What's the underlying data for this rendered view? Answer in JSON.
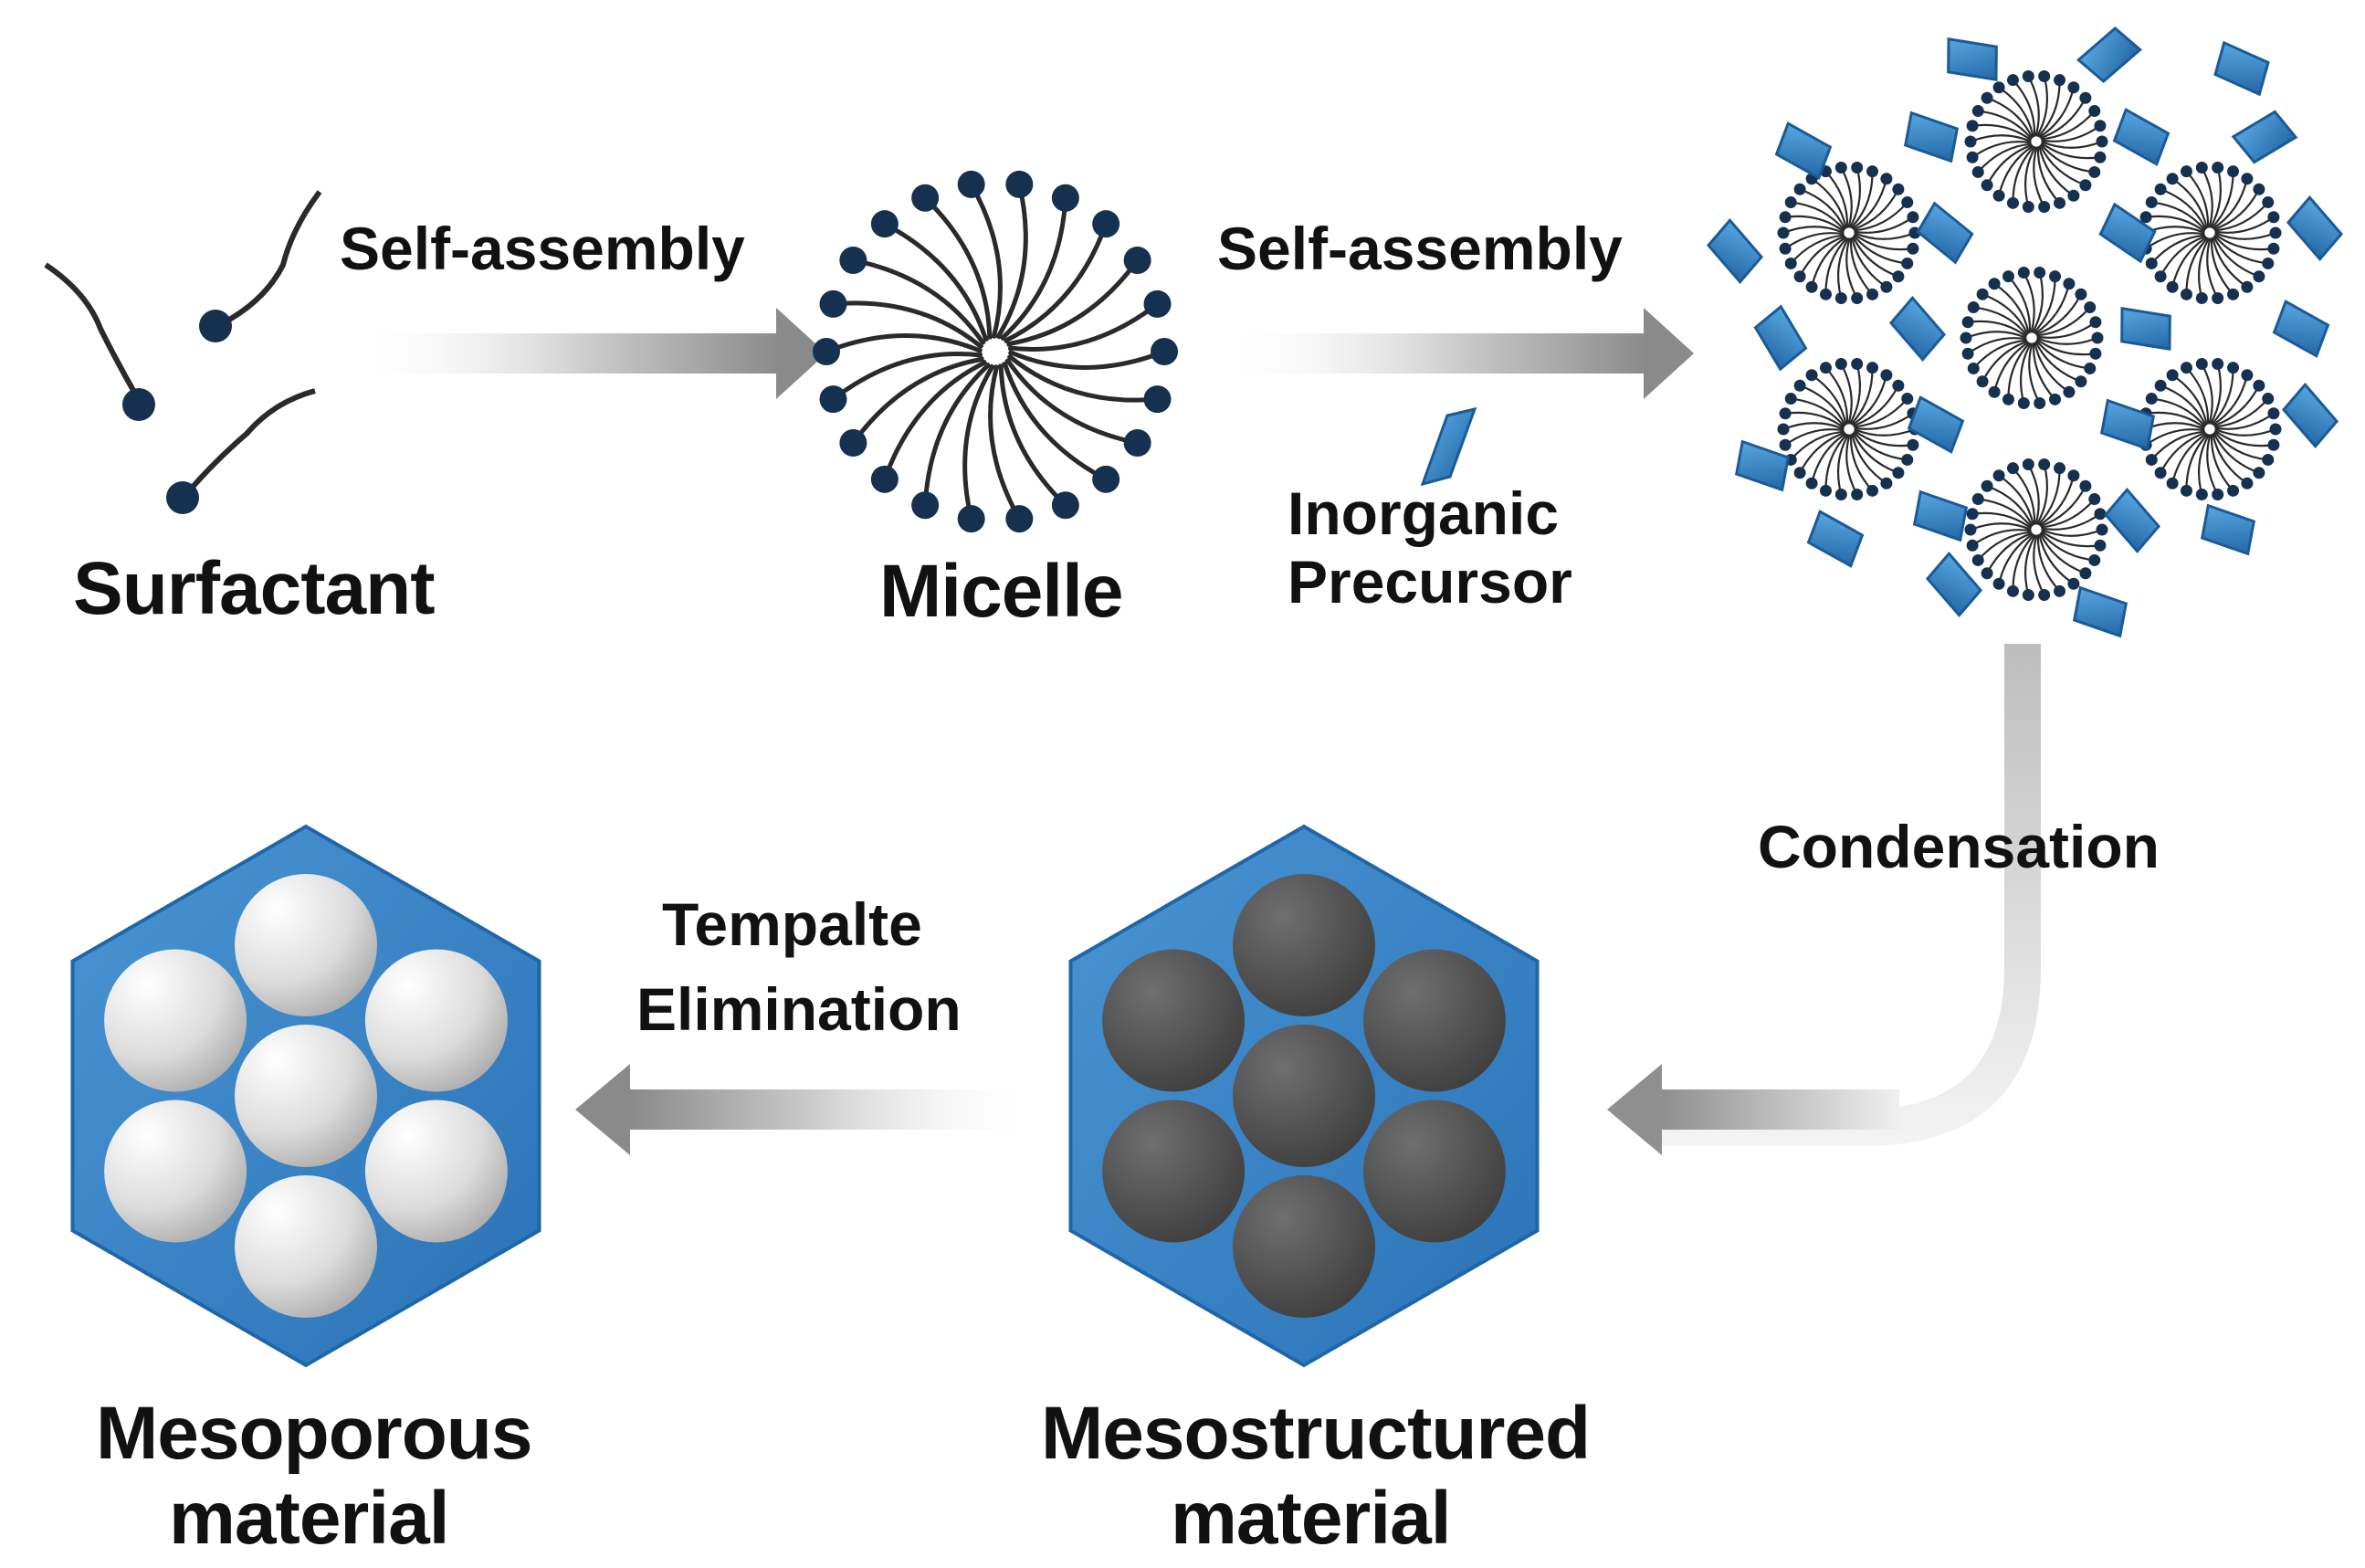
{
  "labels": {
    "surfactant": "Surfactant",
    "micelle": "Micelle",
    "self_assembly_1": "Self-assembly",
    "self_assembly_2": "Self-assembly",
    "inorganic_precursor_line1": "Inorganic",
    "inorganic_precursor_line2": "Precursor",
    "condensation": "Condensation",
    "template_elimination_line1": "Tempalte",
    "template_elimination_line2": "Elimination",
    "mesostructured_line1": "Mesostructured",
    "mesostructured_line2": "material",
    "mesoporous_line1": "Mesoporous",
    "mesoporous_line2": "material"
  },
  "colors": {
    "framework_blue": "#3a87c8",
    "framework_edge": "#1f66a8",
    "head_navy": "#16304f",
    "precursor_blue": "#2e7fc0",
    "arrow_gray": "#8a8a8a",
    "filled_pore": "#555555",
    "empty_pore": "#e8e8e8"
  }
}
